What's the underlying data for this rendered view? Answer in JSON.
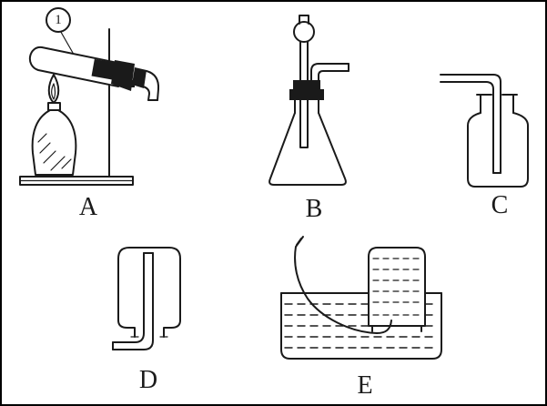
{
  "figure": {
    "title": "chemistry gas preparation and collection apparatus diagram",
    "annotation": {
      "text": "1"
    },
    "apparatus": [
      {
        "label": "A",
        "name": "test-tube heated by alcohol lamp on iron stand with delivery tube"
      },
      {
        "label": "B",
        "name": "conical flask with ball funnel, stopper and delivery tube"
      },
      {
        "label": "C",
        "name": "upright gas collecting bottle with long inlet tube (upward displacement of air)"
      },
      {
        "label": "D",
        "name": "inverted gas collecting bottle with inlet tube (downward displacement of air)"
      },
      {
        "label": "E",
        "name": "pneumatic trough with inverted water-filled bottle collecting gas over water"
      }
    ],
    "colors": {
      "ink": "#1a1a1a",
      "background": "#ffffff"
    }
  }
}
